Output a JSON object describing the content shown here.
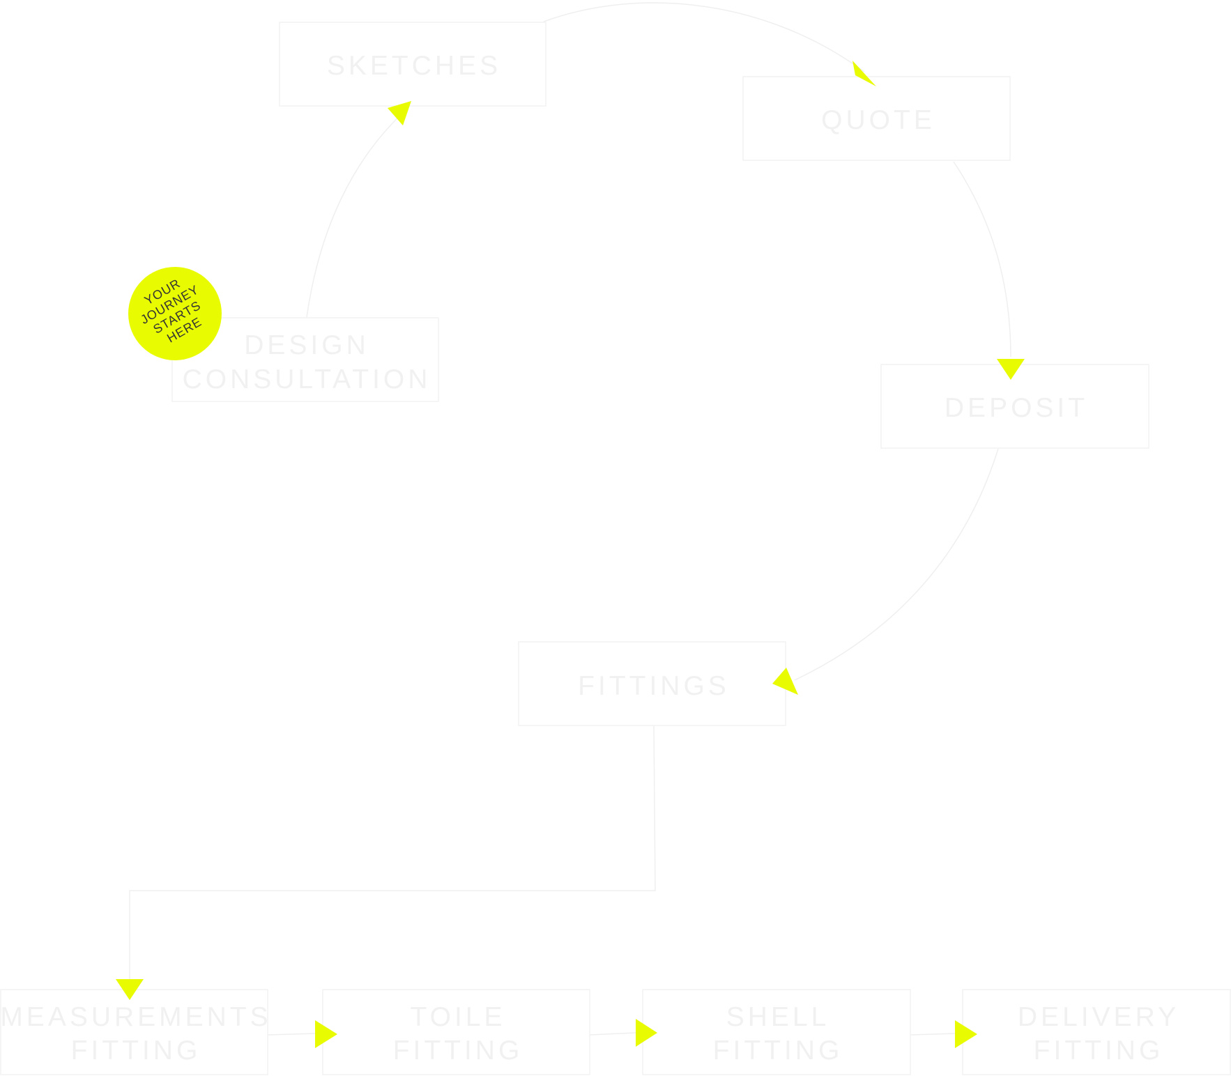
{
  "colors": {
    "accent": "#e8fb00",
    "box_stroke": "#f2f2f2",
    "connector": "#efefef",
    "text": "#f1f1f1",
    "badge_text": "#333333"
  },
  "badge": {
    "lines": [
      "YOUR",
      "JOURNEY",
      "STARTS",
      "HERE"
    ]
  },
  "steps": {
    "design": [
      "DESIGN",
      "CONSULTATION"
    ],
    "sketches": [
      "SKETCHES"
    ],
    "quote": [
      "QUOTE"
    ],
    "deposit": [
      "DEPOSIT"
    ],
    "fittings": [
      "FITTINGS"
    ],
    "measurements": [
      "MEASUREMENTS",
      "FITTING"
    ],
    "toile": [
      "TOILE",
      "FITTING"
    ],
    "shell": [
      "SHELL",
      "FITTING"
    ],
    "delivery": [
      "DELIVERY",
      "FITTING"
    ]
  }
}
